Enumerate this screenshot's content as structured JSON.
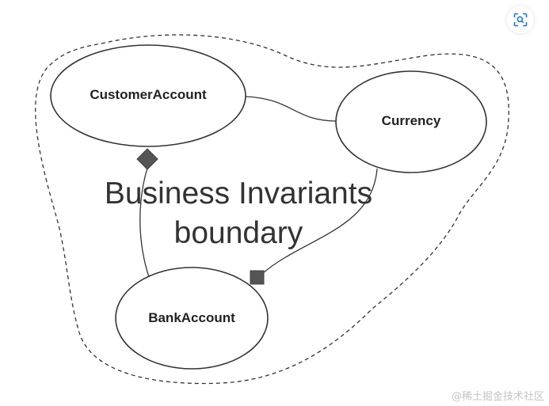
{
  "diagram": {
    "nodes": {
      "customer_account": "CustomerAccount",
      "currency": "Currency",
      "bank_account": "BankAccount"
    },
    "boundary_label": {
      "line1": "Business Invariants",
      "line2": "boundary"
    }
  },
  "toolbar": {
    "scan_icon": "image-scan-icon"
  },
  "watermark": "@稀土掘金技术社区",
  "colors": {
    "stroke": "#333333",
    "marker_fill": "#555555",
    "accent": "#1e78d2"
  }
}
